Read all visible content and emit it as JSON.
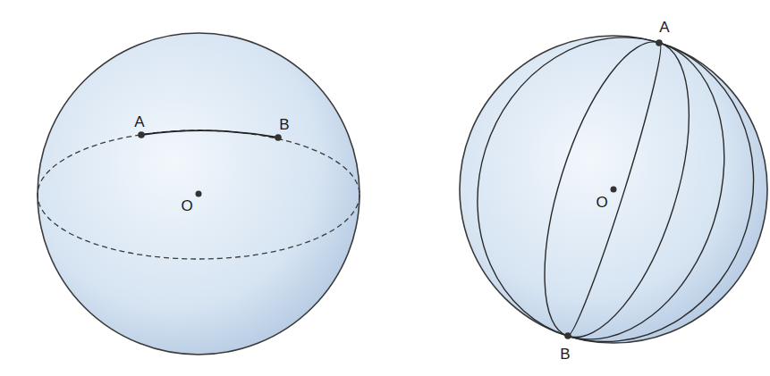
{
  "diagram": {
    "labels": [
      "A",
      "B",
      "O",
      "A",
      "O",
      "B"
    ]
  }
}
